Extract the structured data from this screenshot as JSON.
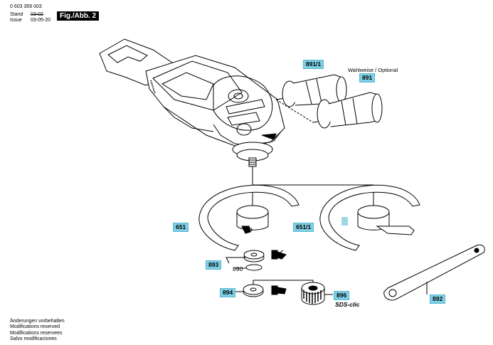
{
  "header": {
    "doc_number": "0 603 359 003",
    "stand_label": "Stand",
    "issue_label": "Issue",
    "stand_value": "03-02",
    "issue_value": "03-05-20",
    "figure_title": "Fig./Abb. 2"
  },
  "parts": {
    "p891_1": "891/1",
    "p891": "891",
    "optional_note": "Wahlweise / Optional",
    "p651": "651",
    "p651_1": "651/1",
    "p893": "893",
    "p890": "890",
    "p894": "894",
    "p896": "896",
    "sds_clic": "SDS-clic",
    "p892": "892"
  },
  "footer": {
    "lines": [
      "Änderungen vorbehalten",
      "Modifications reserved",
      "Modifications reservees",
      "Salvo modificaciones"
    ]
  }
}
